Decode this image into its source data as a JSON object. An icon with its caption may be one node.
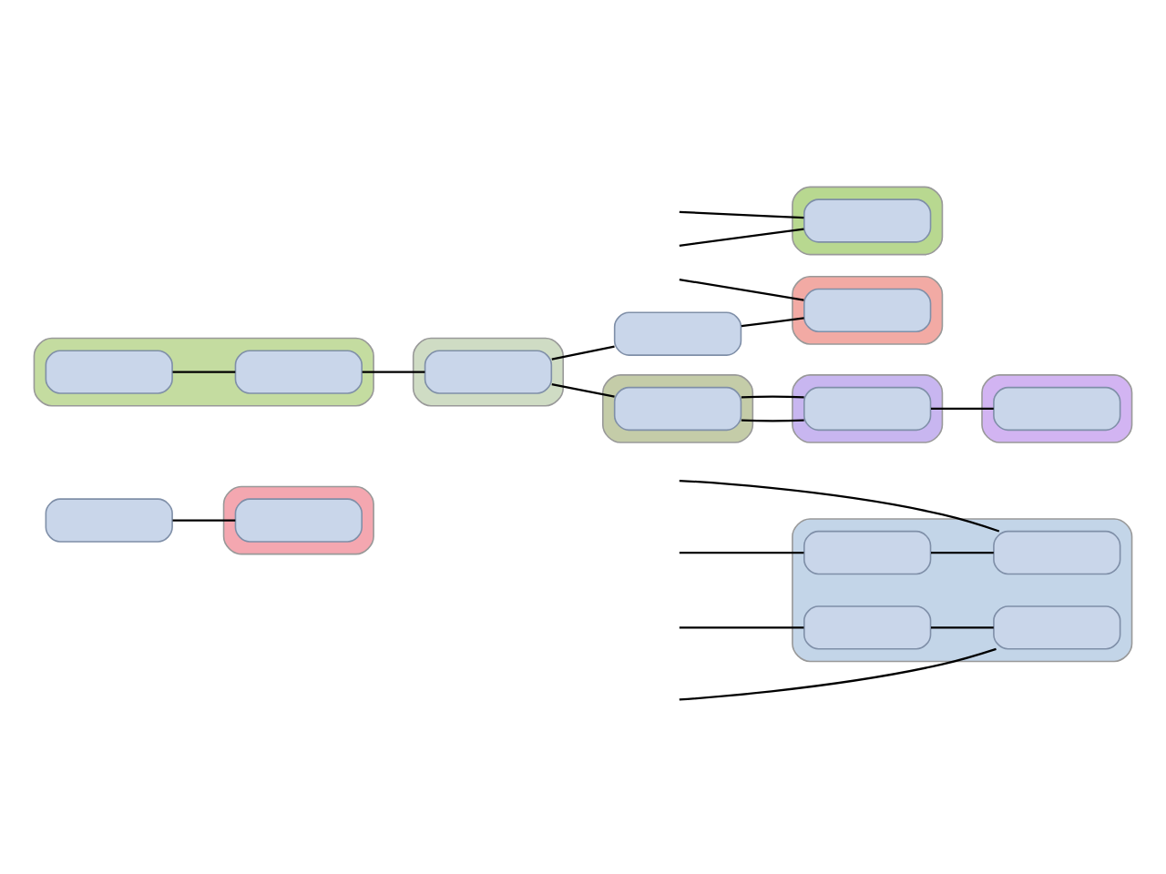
{
  "diagram": {
    "nodes": [
      {
        "text": [],
        "shape": "box"
      },
      {
        "text": [],
        "shape": "box"
      },
      {
        "text": [],
        "shape": "box",
        "in": 1
      },
      {
        "text": [],
        "shape": "box"
      },
      {
        "text": [],
        "shape": "box",
        "in": 3
      },
      {
        "text": [],
        "shape": "box",
        "in": 3
      },
      {
        "text": [],
        "shape": "box",
        "in": 3
      },
      {
        "text": [],
        "shape": "box",
        "in": 3
      },
      {
        "text": [],
        "shape": "box"
      },
      {
        "text": [],
        "shape": "box",
        "in": 8
      },
      {
        "text": [],
        "shape": "box"
      },
      {
        "text": [],
        "shape": "box",
        "in": 10
      },
      {
        "text": [],
        "shape": "box"
      },
      {
        "text": [],
        "shape": "box",
        "in": 12
      },
      {
        "text": [],
        "shape": "box"
      },
      {
        "text": [],
        "shape": "box",
        "in": 14
      },
      {
        "text": [],
        "shape": "box"
      },
      {
        "text": [],
        "shape": "box"
      },
      {
        "text": [],
        "shape": "box",
        "in": 17
      },
      {
        "text": [],
        "shape": "box"
      },
      {
        "text": [],
        "shape": "box",
        "in": 19
      },
      {
        "text": [],
        "shape": "box"
      },
      {
        "text": [],
        "shape": "box",
        "in": 21
      },
      {
        "text": [],
        "shape": "box",
        "in": 21
      }
    ],
    "edges": [
      {
        "from": 0,
        "to": 2,
        "arrow": "none"
      },
      {
        "from": null,
        "to": 4,
        "arrow": "none"
      },
      {
        "from": null,
        "to": 5,
        "arrow": "none"
      },
      {
        "from": 4,
        "to": 6,
        "arrow": "none"
      },
      {
        "from": 5,
        "to": 7,
        "arrow": "none"
      },
      {
        "from": null,
        "to": 6,
        "arrow": "none"
      },
      {
        "from": null,
        "to": 7,
        "arrow": "none"
      },
      {
        "from": null,
        "to": 20,
        "arrow": "none"
      },
      {
        "from": null,
        "to": 20,
        "arrow": "none"
      },
      {
        "from": 22,
        "to": 23,
        "arrow": "none"
      },
      {
        "from": 23,
        "to": 9,
        "arrow": "none"
      },
      {
        "from": 9,
        "to": 11,
        "arrow": "none"
      },
      {
        "from": 9,
        "to": 16,
        "arrow": "none"
      },
      {
        "from": 11,
        "to": 13,
        "arrow": "none"
      },
      {
        "from": 11,
        "to": 13,
        "arrow": "none"
      },
      {
        "from": 13,
        "to": 15,
        "arrow": "none"
      },
      {
        "from": 16,
        "to": 18,
        "arrow": "none"
      },
      {
        "from": null,
        "to": 18,
        "arrow": "none"
      }
    ]
  }
}
